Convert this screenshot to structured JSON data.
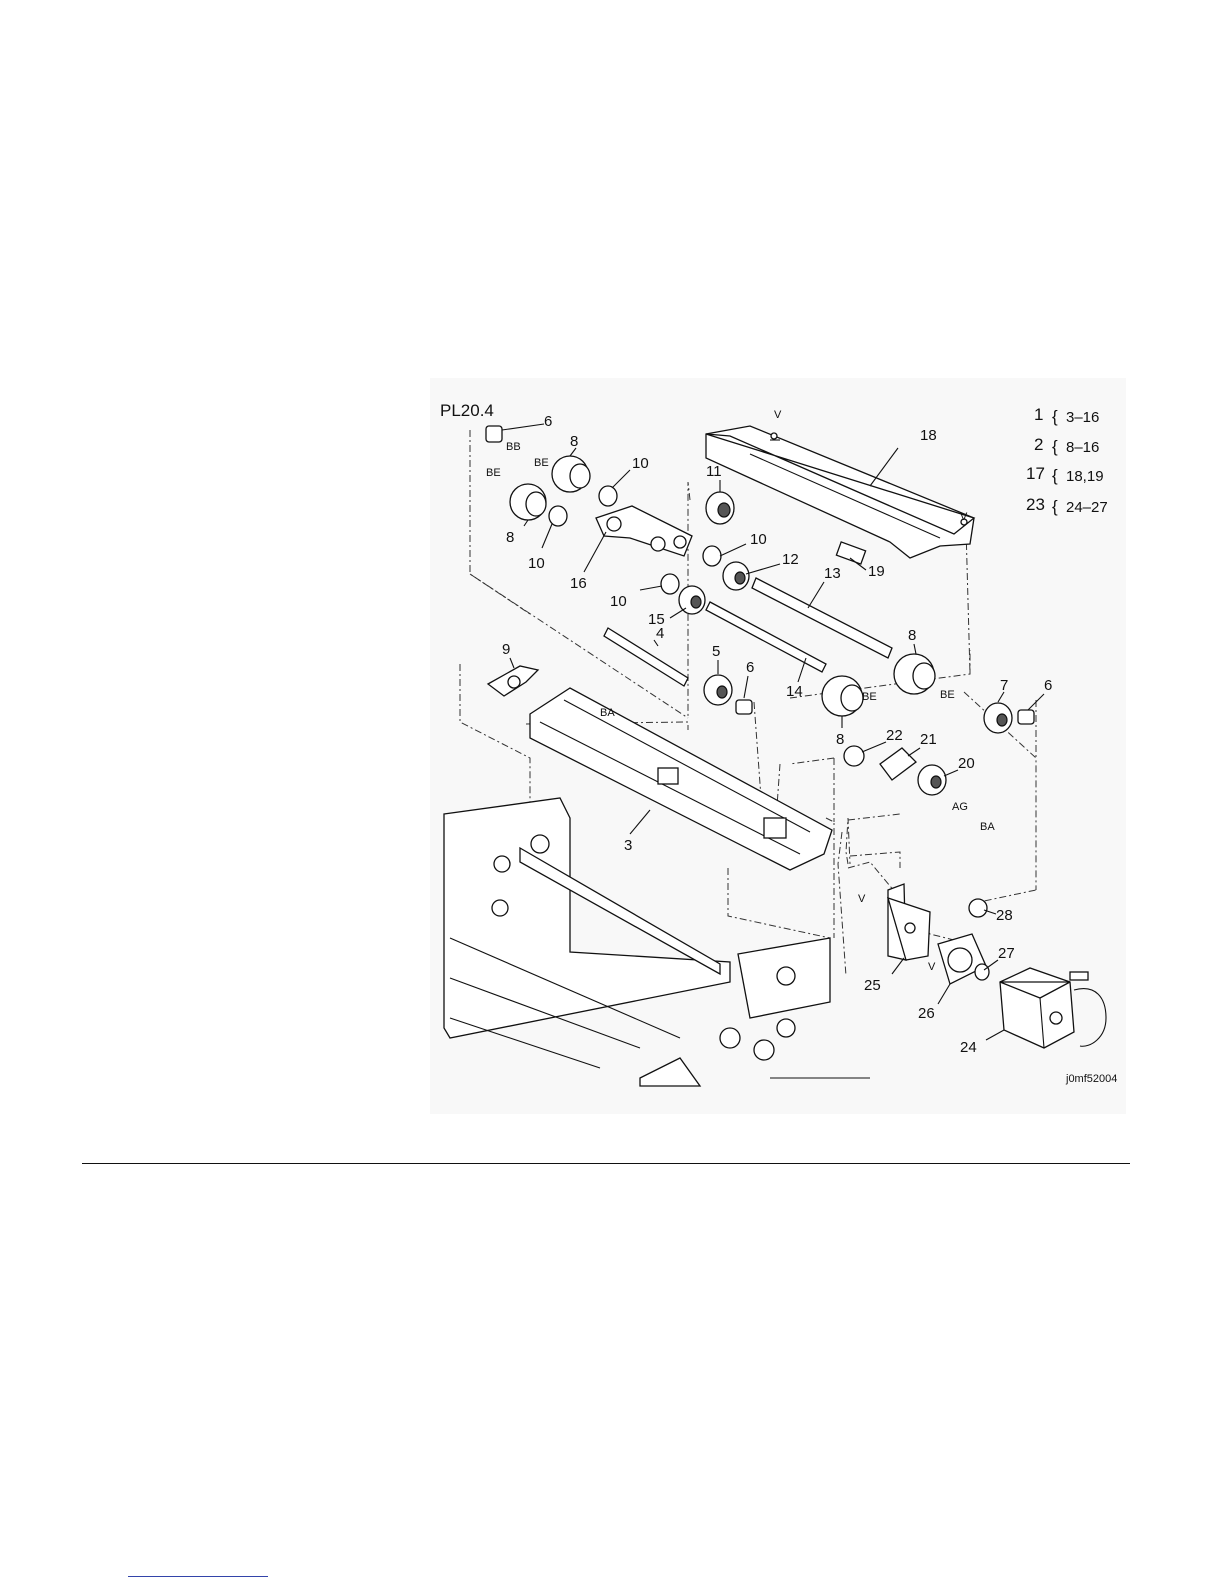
{
  "diagram": {
    "plate": "PL20.4",
    "image_code": "j0mf52004",
    "assemblies": [
      {
        "item": "1",
        "brace": "{",
        "range": "3–16"
      },
      {
        "item": "2",
        "brace": "{",
        "range": "8–16"
      },
      {
        "item": "17",
        "brace": "{",
        "range": "18,19"
      },
      {
        "item": "23",
        "brace": "{",
        "range": "24–27"
      }
    ],
    "callouts": {
      "c6a": "6",
      "c6b": "6",
      "c6c": "6",
      "c8a": "8",
      "c8b": "8",
      "c8c": "8",
      "c8d": "8",
      "c10a": "10",
      "c10b": "10",
      "c10c": "10",
      "c10d": "10",
      "c11": "11",
      "c12": "12",
      "c13": "13",
      "c14": "14",
      "c15": "15",
      "c16": "16",
      "c18": "18",
      "c19": "19",
      "c3": "3",
      "c4": "4",
      "c5": "5",
      "c7": "7",
      "c9": "9",
      "c20": "20",
      "c21": "21",
      "c22": "22",
      "c24": "24",
      "c25": "25",
      "c26": "26",
      "c27": "27",
      "c28": "28"
    },
    "codes": {
      "bb": "BB",
      "be1": "BE",
      "be2": "BE",
      "be3": "BE",
      "be4": "BE",
      "ba1": "BA",
      "ba2": "BA",
      "ag": "AG",
      "v1": "V",
      "v2": "V",
      "v3": "V",
      "v4": "V"
    }
  }
}
